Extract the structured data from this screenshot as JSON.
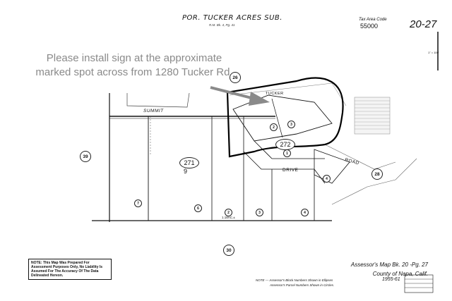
{
  "header": {
    "title": "POR. TUCKER ACRES SUB.",
    "subtitle": "R.M. Bk. 4, Pg. 41",
    "tax_area_label": "Tax Area Code",
    "tax_area_code": "55000",
    "map_number": "20-27",
    "scale": "1\" = 100'"
  },
  "annotation": {
    "line1": "Please install sign at the approximate",
    "line2": "marked spot across from 1280 Tucker Rd.",
    "arrow_color": "#8a8a8a",
    "highlight_color": "#000000"
  },
  "streets": {
    "summit": "SUMMIT",
    "tucker": "TUCKER",
    "drive": "DRIVE",
    "road": "ROAD"
  },
  "blocks": {
    "b271": "271",
    "b272": "272",
    "b271_sub": "9"
  },
  "adjacent_maps": [
    "26",
    "39",
    "28",
    "30"
  ],
  "parcels": {
    "p1": "1",
    "p2_top": "2",
    "p3_top": "3",
    "p4_right": "4",
    "p4_bottom": "4",
    "p7": "7",
    "p6": "6",
    "p2_bottom": "2",
    "p3_bottom": "3",
    "p2_area": "1.18AC.±"
  },
  "footer": {
    "note": "NOTE: This Map Was Prepared For Assessment Purposes Only, No Liability Is Assumed For The Accuracy Of The Data Delineated Hereon.",
    "assessor_line1": "Assessor's Map Bk. 20 -Pg. 27",
    "assessor_line2": "County of Napa, Calif.",
    "year": "1955-61",
    "footnote_line1": "NOTE — Assessor's Block Numbers Shown in Ellipses",
    "footnote_line2": "Assessor's Parcel Numbers Shown in Circles."
  }
}
